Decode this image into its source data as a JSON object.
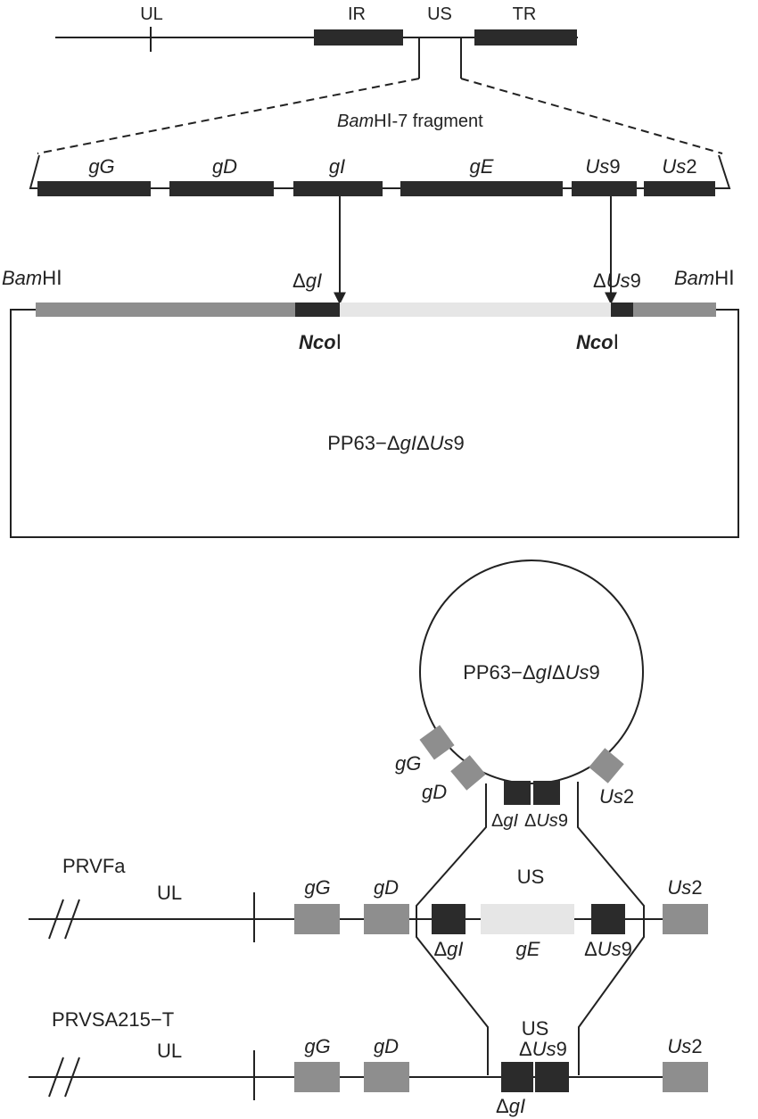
{
  "genome_regions": {
    "ul": "UL",
    "ir": "IR",
    "us": "US",
    "tr": "TR"
  },
  "fragment_label": {
    "italic": "Bam",
    "rest": "HⅠ-7 fragment"
  },
  "fragment_genes": {
    "gG": "gG",
    "gD": "gD",
    "gI": "gI",
    "gE": "gE",
    "us9_italic": "Us",
    "us9_num": "9",
    "us2_italic": "Us",
    "us2_num": "2"
  },
  "plasmid_linear": {
    "bamhi_italic": "Bam",
    "bamhi_rest": "HⅠ",
    "delta": "Δ",
    "gI": "gI",
    "us9_italic": "Us",
    "us9_num": "9",
    "nco_italic": "Nco",
    "nco_rest": "Ⅰ",
    "name_prefix": "PP63−",
    "name_gI": "gI",
    "name_us": "Us",
    "name_num": "9"
  },
  "circle_plasmid": {
    "gG": "gG",
    "gD": "gD",
    "us2_italic": "Us",
    "us2_num": "2",
    "delta": "Δ",
    "gI": "gI",
    "us9_italic": "Us",
    "us9_num": "9"
  },
  "prvfa": {
    "name": "PRVFa",
    "ul": "UL",
    "us": "US",
    "gG": "gG",
    "gD": "gD",
    "gE": "gE",
    "delta": "Δ",
    "gI": "gI",
    "us9_italic": "Us",
    "us9_num": "9",
    "us2_italic": "Us",
    "us2_num": "2"
  },
  "prvsa": {
    "name": "PRVSA215−T",
    "ul": "UL",
    "us": "US",
    "gG": "gG",
    "gD": "gD",
    "delta": "Δ",
    "gI": "gI",
    "us9_italic": "Us",
    "us9_num": "9",
    "us2_italic": "Us",
    "us2_num": "2"
  },
  "colors": {
    "dark_box": "#2b2b2b",
    "gray_box": "#8e8e8e",
    "light_box": "#e6e6e6",
    "line": "#222222"
  }
}
